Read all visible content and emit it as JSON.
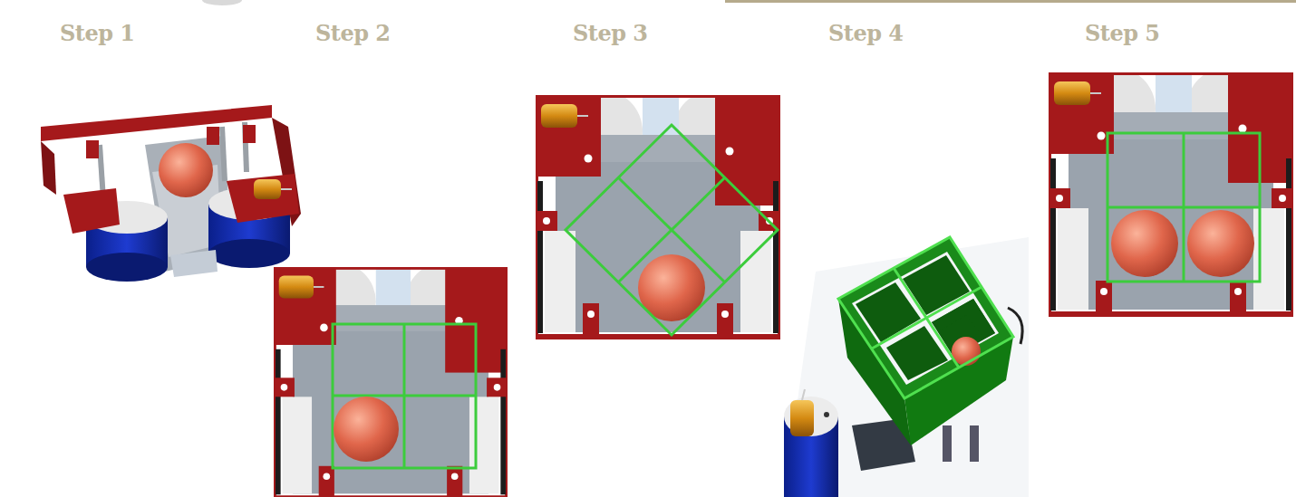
{
  "diagram": {
    "labels": [
      "Step 1",
      "Step 2",
      "Step 3",
      "Step 4",
      "Step 5"
    ]
  }
}
